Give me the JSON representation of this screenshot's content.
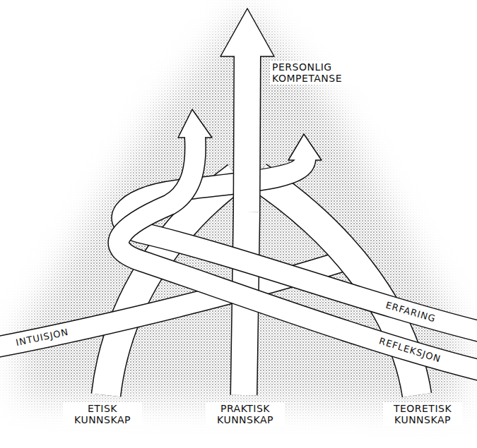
{
  "diagram": {
    "labels": [
      "PERSONLIG KOMPETANSE",
      "INTUISJON",
      "ERFARING",
      "REFLEKSJON",
      "ETISK KUNNSKAP",
      "PRAKTISK KUNNSKAP",
      "TEORETISK KUNNSKAP"
    ]
  }
}
